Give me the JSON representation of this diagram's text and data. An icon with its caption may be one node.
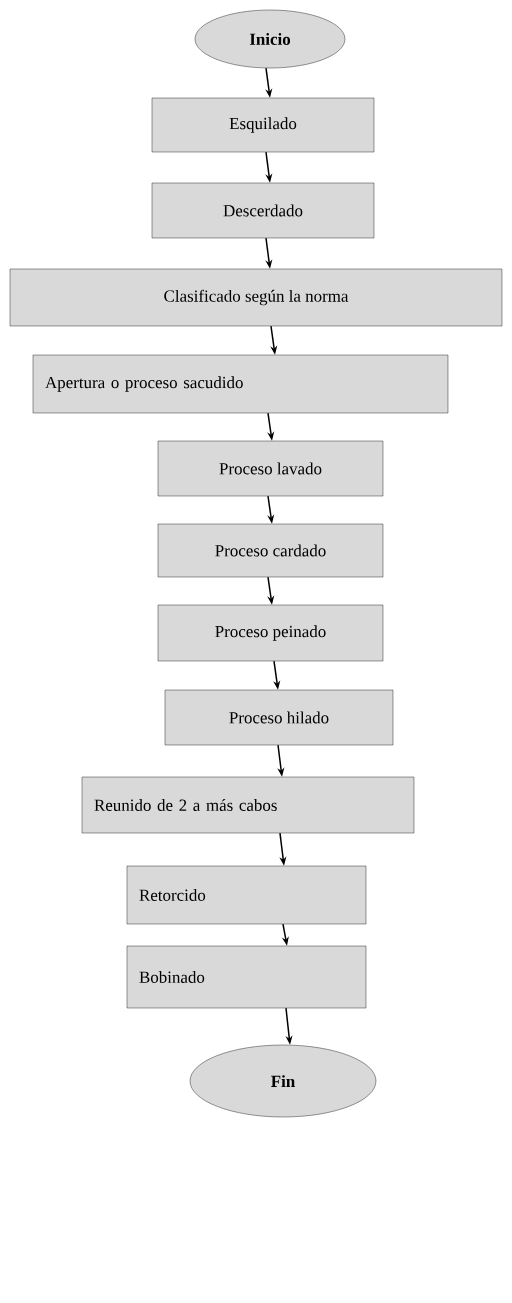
{
  "diagram": {
    "nodes": [
      {
        "text": [
          "Inicio"
        ]
      },
      {
        "text": [
          "Esquilado"
        ]
      },
      {
        "text": [
          "Descerdado"
        ]
      },
      {
        "text": [
          "Clasificado según la norma"
        ]
      },
      {
        "text": [
          "Apertura o proceso sacudido"
        ]
      },
      {
        "text": [
          "Proceso lavado"
        ]
      },
      {
        "text": [
          "Proceso cardado"
        ]
      },
      {
        "text": [
          "Proceso peinado"
        ]
      },
      {
        "text": [
          "Proceso hilado"
        ]
      },
      {
        "text": [
          "Reunido de 2 a más cabos"
        ]
      },
      {
        "text": [
          "Retorcido"
        ]
      },
      {
        "text": [
          "Bobinado"
        ]
      },
      {
        "text": [
          "Fin"
        ]
      }
    ],
    "edges": [
      {
        "from": 0,
        "to": 1,
        "arrow": "to"
      },
      {
        "from": 1,
        "to": 2,
        "arrow": "to"
      },
      {
        "from": 2,
        "to": 3,
        "arrow": "to"
      },
      {
        "from": 3,
        "to": 4,
        "arrow": "to"
      },
      {
        "from": 4,
        "to": 5,
        "arrow": "to"
      },
      {
        "from": 5,
        "to": 6,
        "arrow": "to"
      },
      {
        "from": 6,
        "to": 7,
        "arrow": "to"
      },
      {
        "from": 7,
        "to": 8,
        "arrow": "to"
      },
      {
        "from": 8,
        "to": 9,
        "arrow": "to"
      },
      {
        "from": 9,
        "to": 10,
        "arrow": "to"
      },
      {
        "from": 10,
        "to": 11,
        "arrow": "to"
      },
      {
        "from": 11,
        "to": 12,
        "arrow": "to"
      }
    ]
  }
}
